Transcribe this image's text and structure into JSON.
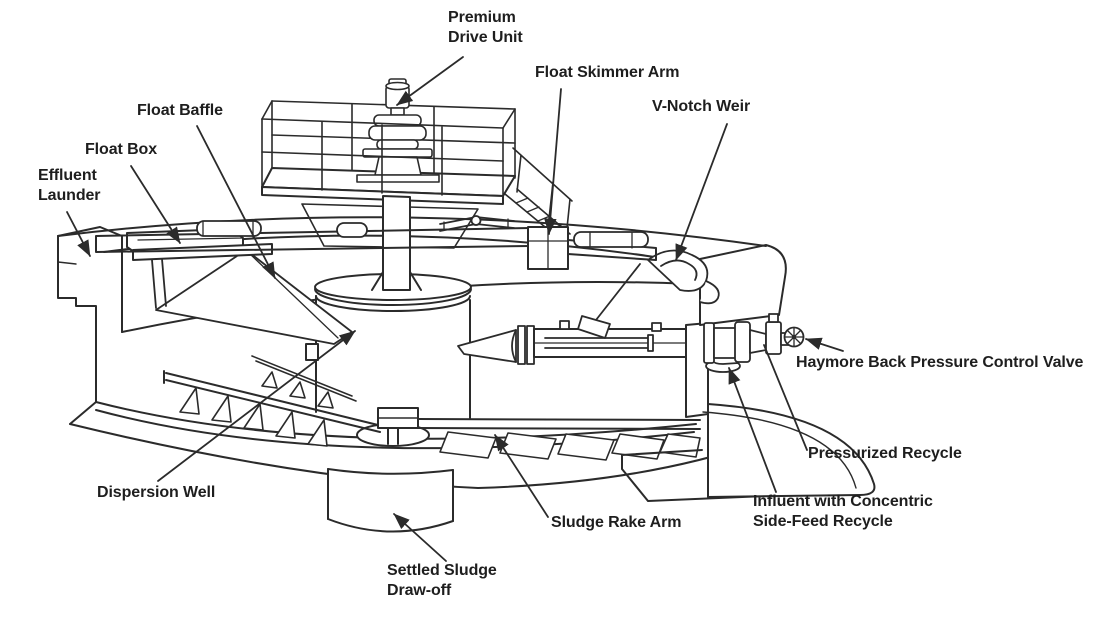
{
  "diagram": {
    "type": "cutaway-technical-illustration",
    "subject": "circular clarifier / flotation thickener",
    "background_color": "#ffffff",
    "line_color": "#2b2b2b",
    "text_color": "#1e1e1e",
    "labels": [
      {
        "id": "premium-drive-unit",
        "text": "Premium\nDrive Unit"
      },
      {
        "id": "float-skimmer-arm",
        "text": "Float Skimmer Arm"
      },
      {
        "id": "float-baffle",
        "text": "Float Baffle"
      },
      {
        "id": "float-box",
        "text": "Float Box"
      },
      {
        "id": "effluent-launder",
        "text": "Effluent\nLaunder"
      },
      {
        "id": "v-notch-weir",
        "text": "V-Notch Weir"
      },
      {
        "id": "haymore-back-pressure-control-valve",
        "text": "Haymore Back Pressure Control Valve"
      },
      {
        "id": "pressurized-recycle",
        "text": "Pressurized Recycle"
      },
      {
        "id": "influent-with-concentric-side-feed-recycle",
        "text": "Influent with Concentric\nSide-Feed Recycle"
      },
      {
        "id": "dispersion-well",
        "text": "Dispersion Well"
      },
      {
        "id": "sludge-rake-arm",
        "text": "Sludge Rake Arm"
      },
      {
        "id": "settled-sludge-draw-off",
        "text": "Settled Sludge\nDraw-off"
      }
    ]
  }
}
